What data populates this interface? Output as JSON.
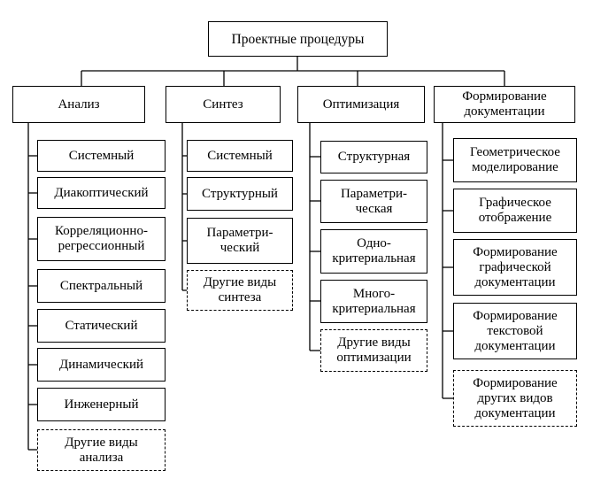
{
  "diagram": {
    "root": "Проектные процедуры",
    "branches": [
      {
        "label": "Анализ",
        "children": [
          {
            "label": "Системный"
          },
          {
            "label": "Диакоптический"
          },
          {
            "label": "Корреляционно-\nрегрессионный"
          },
          {
            "label": "Спектральный"
          },
          {
            "label": "Статический"
          },
          {
            "label": "Динамический"
          },
          {
            "label": "Инженерный"
          },
          {
            "label": "Другие виды\nанализа",
            "dashed": true
          }
        ]
      },
      {
        "label": "Синтез",
        "children": [
          {
            "label": "Системный"
          },
          {
            "label": "Структурный"
          },
          {
            "label": "Параметри-\nческий"
          },
          {
            "label": "Другие виды\nсинтеза",
            "dashed": true
          }
        ]
      },
      {
        "label": "Оптимизация",
        "children": [
          {
            "label": "Структурная"
          },
          {
            "label": "Параметри-\nческая"
          },
          {
            "label": "Одно-\nкритериальная"
          },
          {
            "label": "Много-\nкритериальная"
          },
          {
            "label": "Другие виды\nоптимизации",
            "dashed": true
          }
        ]
      },
      {
        "label": "Формирование\nдокументации",
        "children": [
          {
            "label": "Геометрическое\nмоделирование"
          },
          {
            "label": "Графическое\nотображение"
          },
          {
            "label": "Формирование\nграфической\nдокументации"
          },
          {
            "label": "Формирование\nтекстовой\nдокументации"
          },
          {
            "label": "Формирование\nдругих видов\nдокументации",
            "dashed": true
          }
        ]
      }
    ]
  }
}
